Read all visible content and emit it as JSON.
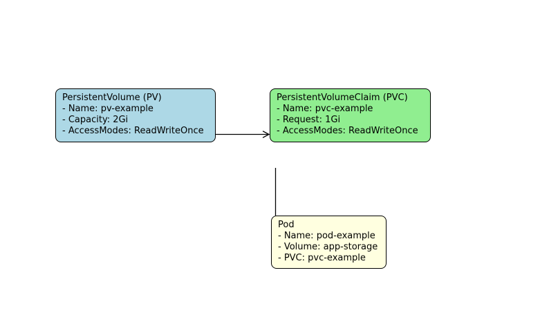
{
  "diagram": {
    "background": "#ffffff",
    "connector_color": "#000000",
    "nodes": [
      {
        "id": "persistent-volume",
        "fill": "#add8e6",
        "border": "#000000",
        "lines": [
          "PersistentVolume (PV)",
          "- Name: pv-example",
          "- Capacity: 2Gi",
          "- AccessModes: ReadWriteOnce"
        ]
      },
      {
        "id": "persistent-volume-claim",
        "fill": "#90ee90",
        "border": "#000000",
        "lines": [
          "PersistentVolumeClaim (PVC)",
          "- Name: pvc-example",
          "- Request: 1Gi",
          "- AccessModes: ReadWriteOnce"
        ]
      },
      {
        "id": "pod",
        "fill": "#ffffe0",
        "border": "#000000",
        "lines": [
          "Pod",
          "- Name: pod-example",
          "- Volume: app-storage",
          "- PVC: pvc-example"
        ]
      }
    ],
    "edges": [
      {
        "from": "persistent-volume",
        "to": "persistent-volume-claim",
        "style": "arrow"
      },
      {
        "from": "persistent-volume-claim",
        "to": "pod",
        "style": "line"
      }
    ]
  }
}
